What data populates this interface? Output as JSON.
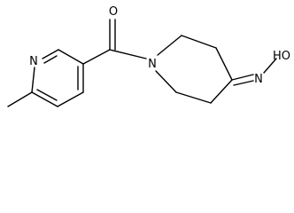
{
  "molecule": {
    "atoms": {
      "pyridine_n": "N",
      "carbonyl_o": "O",
      "piperidine_n": "N",
      "oxime_n": "N",
      "hydroxyl": "HO"
    }
  },
  "colors": {
    "bond": "#000000",
    "label": "#000000",
    "background": "#ffffff"
  }
}
